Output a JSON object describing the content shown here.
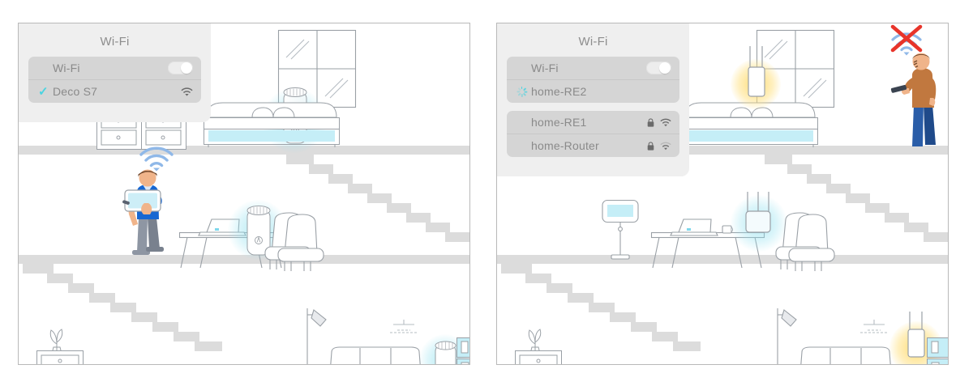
{
  "scene": {
    "left_panel": {
      "name": "deco-mesh-scenario",
      "popover": {
        "title": "Wi-Fi",
        "toggle_row_label": "Wi-Fi",
        "toggle_state": "on",
        "networks": [
          {
            "ssid": "Deco S7",
            "status": "connected",
            "lead_icon": "check-icon",
            "secured": false,
            "signal": 3
          }
        ]
      },
      "annotations": {
        "person_signal": "wifi-signal-good",
        "device_type": "deco-mesh-unit",
        "device_count": 3,
        "glow_color": "#73d8e8"
      }
    },
    "right_panel": {
      "name": "range-extender-scenario",
      "popover": {
        "title": "Wi-Fi",
        "toggle_row_label": "Wi-Fi",
        "toggle_state": "on",
        "networks": [
          {
            "ssid": "home-RE2",
            "status": "connecting",
            "lead_icon": "spinner-icon",
            "secured": false,
            "signal": 0
          },
          {
            "ssid": "home-RE1",
            "status": "available",
            "lead_icon": "",
            "secured": true,
            "signal": 3
          },
          {
            "ssid": "home-Router",
            "status": "available",
            "lead_icon": "",
            "secured": true,
            "signal": 1
          }
        ]
      },
      "annotations": {
        "person_signal": "wifi-signal-blocked",
        "device_type": "wall-plug-range-extender",
        "device_count": 3,
        "glow_color": "#ffd65c"
      }
    },
    "colors": {
      "panel_border": "#b9b9b9",
      "floor": "#dcdcdc",
      "outline": "#9aa0a6",
      "accent_cyan": "#4ad4e0",
      "accent_blue": "#1a73c8",
      "signal_blue": "#8fb8e8",
      "error_red": "#e8342a",
      "shirt_blue": "#1767d2",
      "shirt_orange": "#c1783f",
      "jeans_blue": "#2a5da8",
      "hair_brown": "#6b4226",
      "skin": "#f0b48a",
      "screen_cyan": "#bde9f2"
    }
  }
}
